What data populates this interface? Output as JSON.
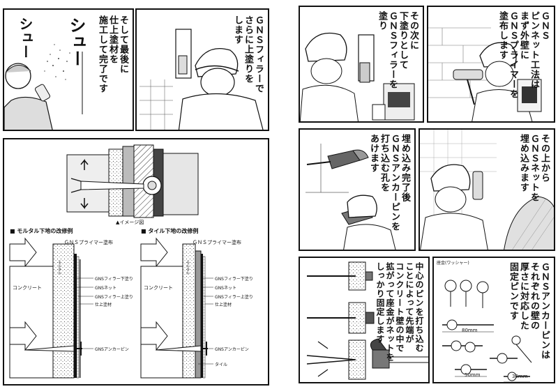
{
  "left_page": {
    "panel_a": {
      "sfx1": "シュー",
      "sfx2": "シュー",
      "caption": "そして最後に\n仕上塗材を\n施工して完了です"
    },
    "panel_b": {
      "caption": "ＧＮＳフィラーで\nさらに上塗りを\nします"
    },
    "diagram": {
      "image_caption": "▲イメージ図",
      "mortar": {
        "header": "■ モルタル下地の改修例",
        "primer": "ＧＮＳプライマー塗布",
        "concrete": "コンクリート",
        "mortar_label": "モルタル",
        "labels": [
          "GNSフィラー下塗り",
          "GNSネット",
          "GNSフィラー上塗り",
          "仕上塗材",
          "GNSアンカーピン"
        ]
      },
      "tile": {
        "header": "■ タイル下地の改修例",
        "primer": "ＧＮＳプライマー塗布",
        "concrete": "コンクリート",
        "mortar_label": "モルタル",
        "labels": [
          "GNSフィラー下塗り",
          "GNSネット",
          "GNSフィラー上塗り",
          "仕上塗材",
          "GNSアンカーピン",
          "タイル"
        ]
      }
    }
  },
  "right_page": {
    "panel_1": {
      "caption": "ＧＮＳ\nピンネット工法は\nまず外壁に\nＧＮＳプライマーを\n塗布します"
    },
    "panel_2": {
      "caption": "その次に\n下塗りとして\nＧＮＳフィラーを\n塗り"
    },
    "panel_3": {
      "caption": "その上から\nＧＮＳネットを\n埋め込みます"
    },
    "panel_4": {
      "caption": "埋め込み完了後\nＧＮＳアンカーピンを\n打ち込む孔を\nあけます"
    },
    "panel_5": {
      "caption": "中心のピンを打ち込む\nことによって先端が\nコンクリート壁の中で\n拡がって座金がネットを\nしっかり固定します"
    },
    "panel_6": {
      "caption": "ＧＮＳアンカーピンは\nそれぞれの壁の\n厚さに対応した\n固定ピンです",
      "washer_label": "座金(ワッシャー)",
      "dims": [
        "80mm",
        "50mm",
        "30mm"
      ]
    }
  }
}
